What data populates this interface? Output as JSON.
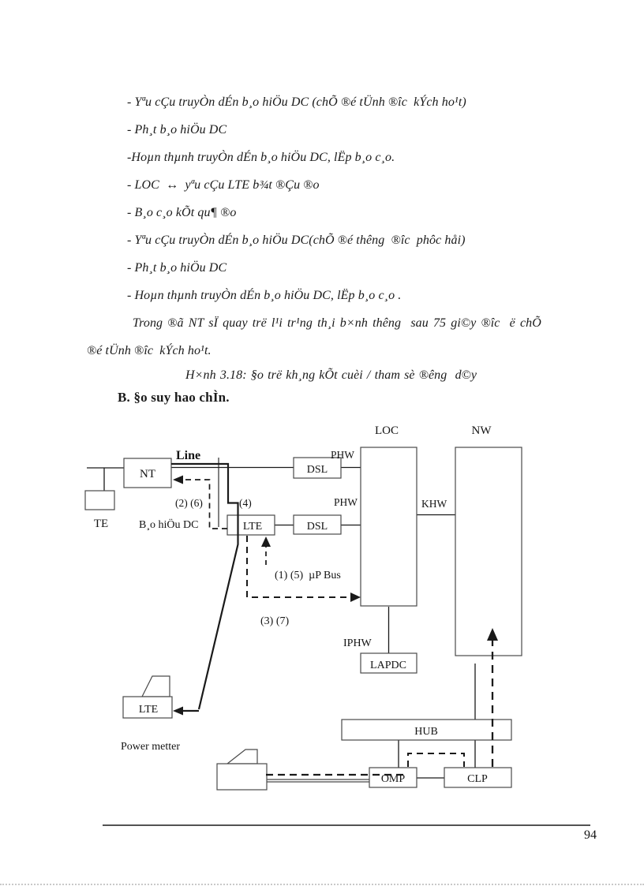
{
  "document": {
    "bullets": [
      "- Yªu cÇu truyÒn dÉn b¸o hiÖu DC (chÕ ®é tÜnh ®îc  kÝch ho¹t)",
      "- Ph¸t b¸o hiÖu DC",
      "-Hoµn thµnh truyÒn dÉn b¸o hiÖu DC, lËp b¸o c¸o.",
      "- LOC  ↔  yªu cÇu LTE b¾t ®Çu ®o",
      "- B¸o c¸o kÕt qu¶ ®o",
      "- Yªu cÇu truyÒn dÉn b¸o hiÖu DC(chÕ ®é thêng  ®îc  phôc håi)",
      "- Ph¸t b¸o hiÖu DC",
      "- Hoµn thµnh truyÒn dÉn b¸o hiÖu DC, lËp b¸o c¸o ."
    ],
    "paragraph_lines": [
      "Trong ®ã NT sÏ quay trë l¹i tr¹ng th¸i b×nh thêng  sau 75 gi©y ®îc  ë chÕ",
      "®é tÜnh ®îc  kÝch ho¹t."
    ],
    "figure_caption": "H×nh 3.18: §o trë kh¸ng kÕt cuèi / tham sè ®êng  d©y",
    "section_heading": "B. §o suy hao chÌn.",
    "page_number": "94"
  },
  "diagram": {
    "labels": {
      "line": "Line",
      "nt": "NT",
      "te": "TE",
      "dsl_top": "DSL",
      "dsl_bottom": "DSL",
      "phw_top": "PHW",
      "phw_bottom": "PHW",
      "loc": "LOC",
      "nw": "NW",
      "khw": "KHW",
      "lte": "LTE",
      "dc_signal": "B¸o hiÖu DC",
      "step_2_6": "(2) (6)",
      "step_4": "(4)",
      "step_1_5_bus": "(1) (5)  µP Bus",
      "step_3_7": "(3) (7)",
      "iphw": "IPHW",
      "lapdc": "LAPDC",
      "lte_meter": "LTE",
      "power_meter": "Power metter",
      "hub": "HUB",
      "omp": "OMP",
      "clp": "CLP"
    },
    "colors": {
      "ink": "#1a1a1a",
      "box_border": "#4a4a4a",
      "background": "#ffffff"
    }
  }
}
